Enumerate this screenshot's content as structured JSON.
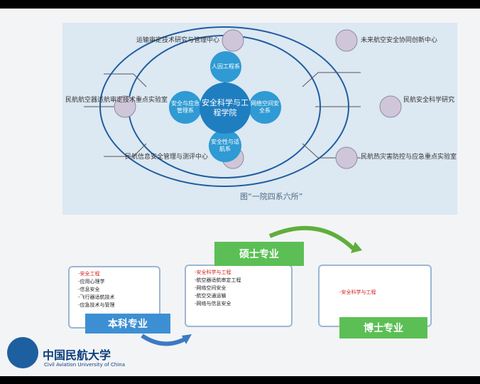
{
  "diagram": {
    "center": "安全科学与工程学院",
    "inner_nodes": [
      {
        "label": "人因工程系"
      },
      {
        "label": "安全与应急管理系"
      },
      {
        "label": "网络空间安全系"
      },
      {
        "label": "安全性与适航系"
      }
    ],
    "outer_labels": [
      "运输审定技术研究与管理中心",
      "未来航空安全协同创新中心",
      "民航航空器适航审定技术重点实验室",
      "民航安全科学研究",
      "民航信息安全管理与测评中心",
      "民航热灾害防控与应急重点实验室"
    ],
    "caption": "图“一院四系六所”"
  },
  "programs": {
    "undergrad": {
      "label": "本科专业",
      "items": [
        {
          "text": "-安全工程",
          "red": true
        },
        {
          "text": "-应用心理学",
          "red": false
        },
        {
          "text": "-信息安全",
          "red": false
        },
        {
          "text": "-飞行器适航技术",
          "red": false
        },
        {
          "text": "-应急技术与管理",
          "red": false
        }
      ]
    },
    "master": {
      "label": "硕士专业",
      "items": [
        {
          "text": "-安全科学与工程",
          "red": true
        },
        {
          "text": "-航空器适航审定工程",
          "red": false
        },
        {
          "text": "-网络空间安全",
          "red": false
        },
        {
          "text": "-航空交通运输",
          "red": false
        },
        {
          "text": "-网络与信息安全",
          "red": false
        }
      ]
    },
    "phd": {
      "label": "博士专业",
      "items": [
        {
          "text": "-安全科学与工程",
          "red": true
        }
      ]
    }
  },
  "logo": {
    "cn": "中国民航大学",
    "en": "Civil Aviation University of China"
  },
  "colors": {
    "node_blue": "#2f9ad3",
    "ring_blue": "#1f5da0",
    "green_tag": "#5cbf55",
    "blue_tag": "#3d8fd3",
    "arrow_green": "#5fae3c",
    "arrow_blue": "#3b7bc2"
  }
}
